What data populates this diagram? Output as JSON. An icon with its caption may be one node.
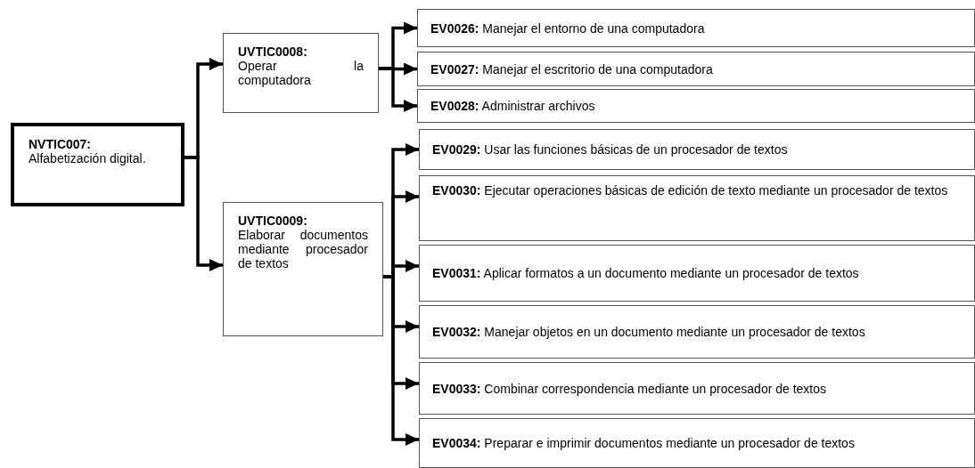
{
  "diagram": {
    "nodes": [
      {
        "text": [
          "NVTIC007:",
          "Alfabetización digital."
        ]
      },
      {
        "text": [
          "UVTIC0008:",
          "Operar la computadora"
        ]
      },
      {
        "text": [
          "UVTIC0009:",
          "Elaborar documentos mediante procesador de textos"
        ]
      },
      {
        "text": [
          "**EV0026:** Manejar el entorno de una computadora"
        ]
      },
      {
        "text": [
          "**EV0027:** Manejar el escritorio de una computadora"
        ]
      },
      {
        "text": [
          "**EV0028:** Administrar archivos"
        ]
      },
      {
        "text": [
          "**EV0029:** Usar las funciones básicas de un procesador de textos"
        ]
      },
      {
        "text": [
          "**EV0030:** Ejecutar operaciones básicas de edición de texto mediante un procesador de textos"
        ]
      },
      {
        "text": [
          "**EV0031:** Aplicar formatos a un documento mediante un procesador de textos"
        ]
      },
      {
        "text": [
          "**EV0032:** Manejar objetos en un documento mediante un procesador de textos"
        ]
      },
      {
        "text": [
          "**EV0033:** Combinar correspondencia mediante un procesador de textos"
        ]
      },
      {
        "text": [
          "**EV0034:** Preparar e imprimir documentos mediante un procesador de textos"
        ]
      }
    ],
    "edges": [
      {
        "from": 0,
        "to": 1,
        "arrow": "to"
      },
      {
        "from": 0,
        "to": 2,
        "arrow": "to"
      },
      {
        "from": 1,
        "to": 3,
        "arrow": "to"
      },
      {
        "from": 1,
        "to": 4,
        "arrow": "to"
      },
      {
        "from": 1,
        "to": 5,
        "arrow": "to"
      },
      {
        "from": 2,
        "to": 6,
        "arrow": "to"
      },
      {
        "from": 2,
        "to": 7,
        "arrow": "to"
      },
      {
        "from": 2,
        "to": 8,
        "arrow": "to"
      },
      {
        "from": 2,
        "to": 9,
        "arrow": "to"
      },
      {
        "from": 2,
        "to": 10,
        "arrow": "to"
      },
      {
        "from": 2,
        "to": 11,
        "arrow": "to"
      }
    ]
  }
}
